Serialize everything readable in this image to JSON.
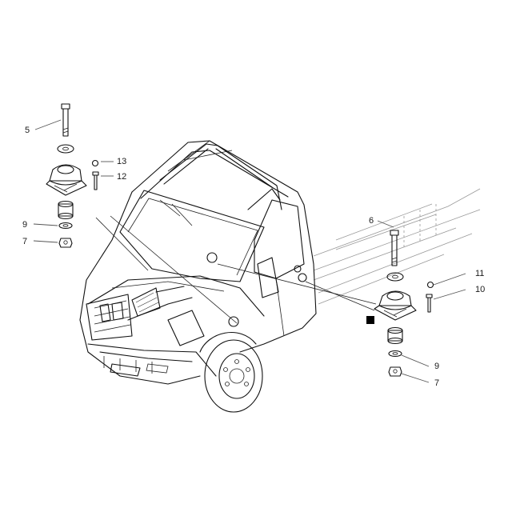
{
  "diagram": {
    "callouts": {
      "left_bolt": "5",
      "left_small_13": "13",
      "left_screw_12": "12",
      "left_washer_9": "9",
      "left_nut_7": "7",
      "right_bolt": "6",
      "right_clip_11": "11",
      "right_screw_10": "10",
      "right_washer_9": "9",
      "right_nut_7": "7"
    },
    "colors": {
      "line": "#111111",
      "part_fill": "#cfcfcf",
      "marker": "#000000"
    }
  }
}
